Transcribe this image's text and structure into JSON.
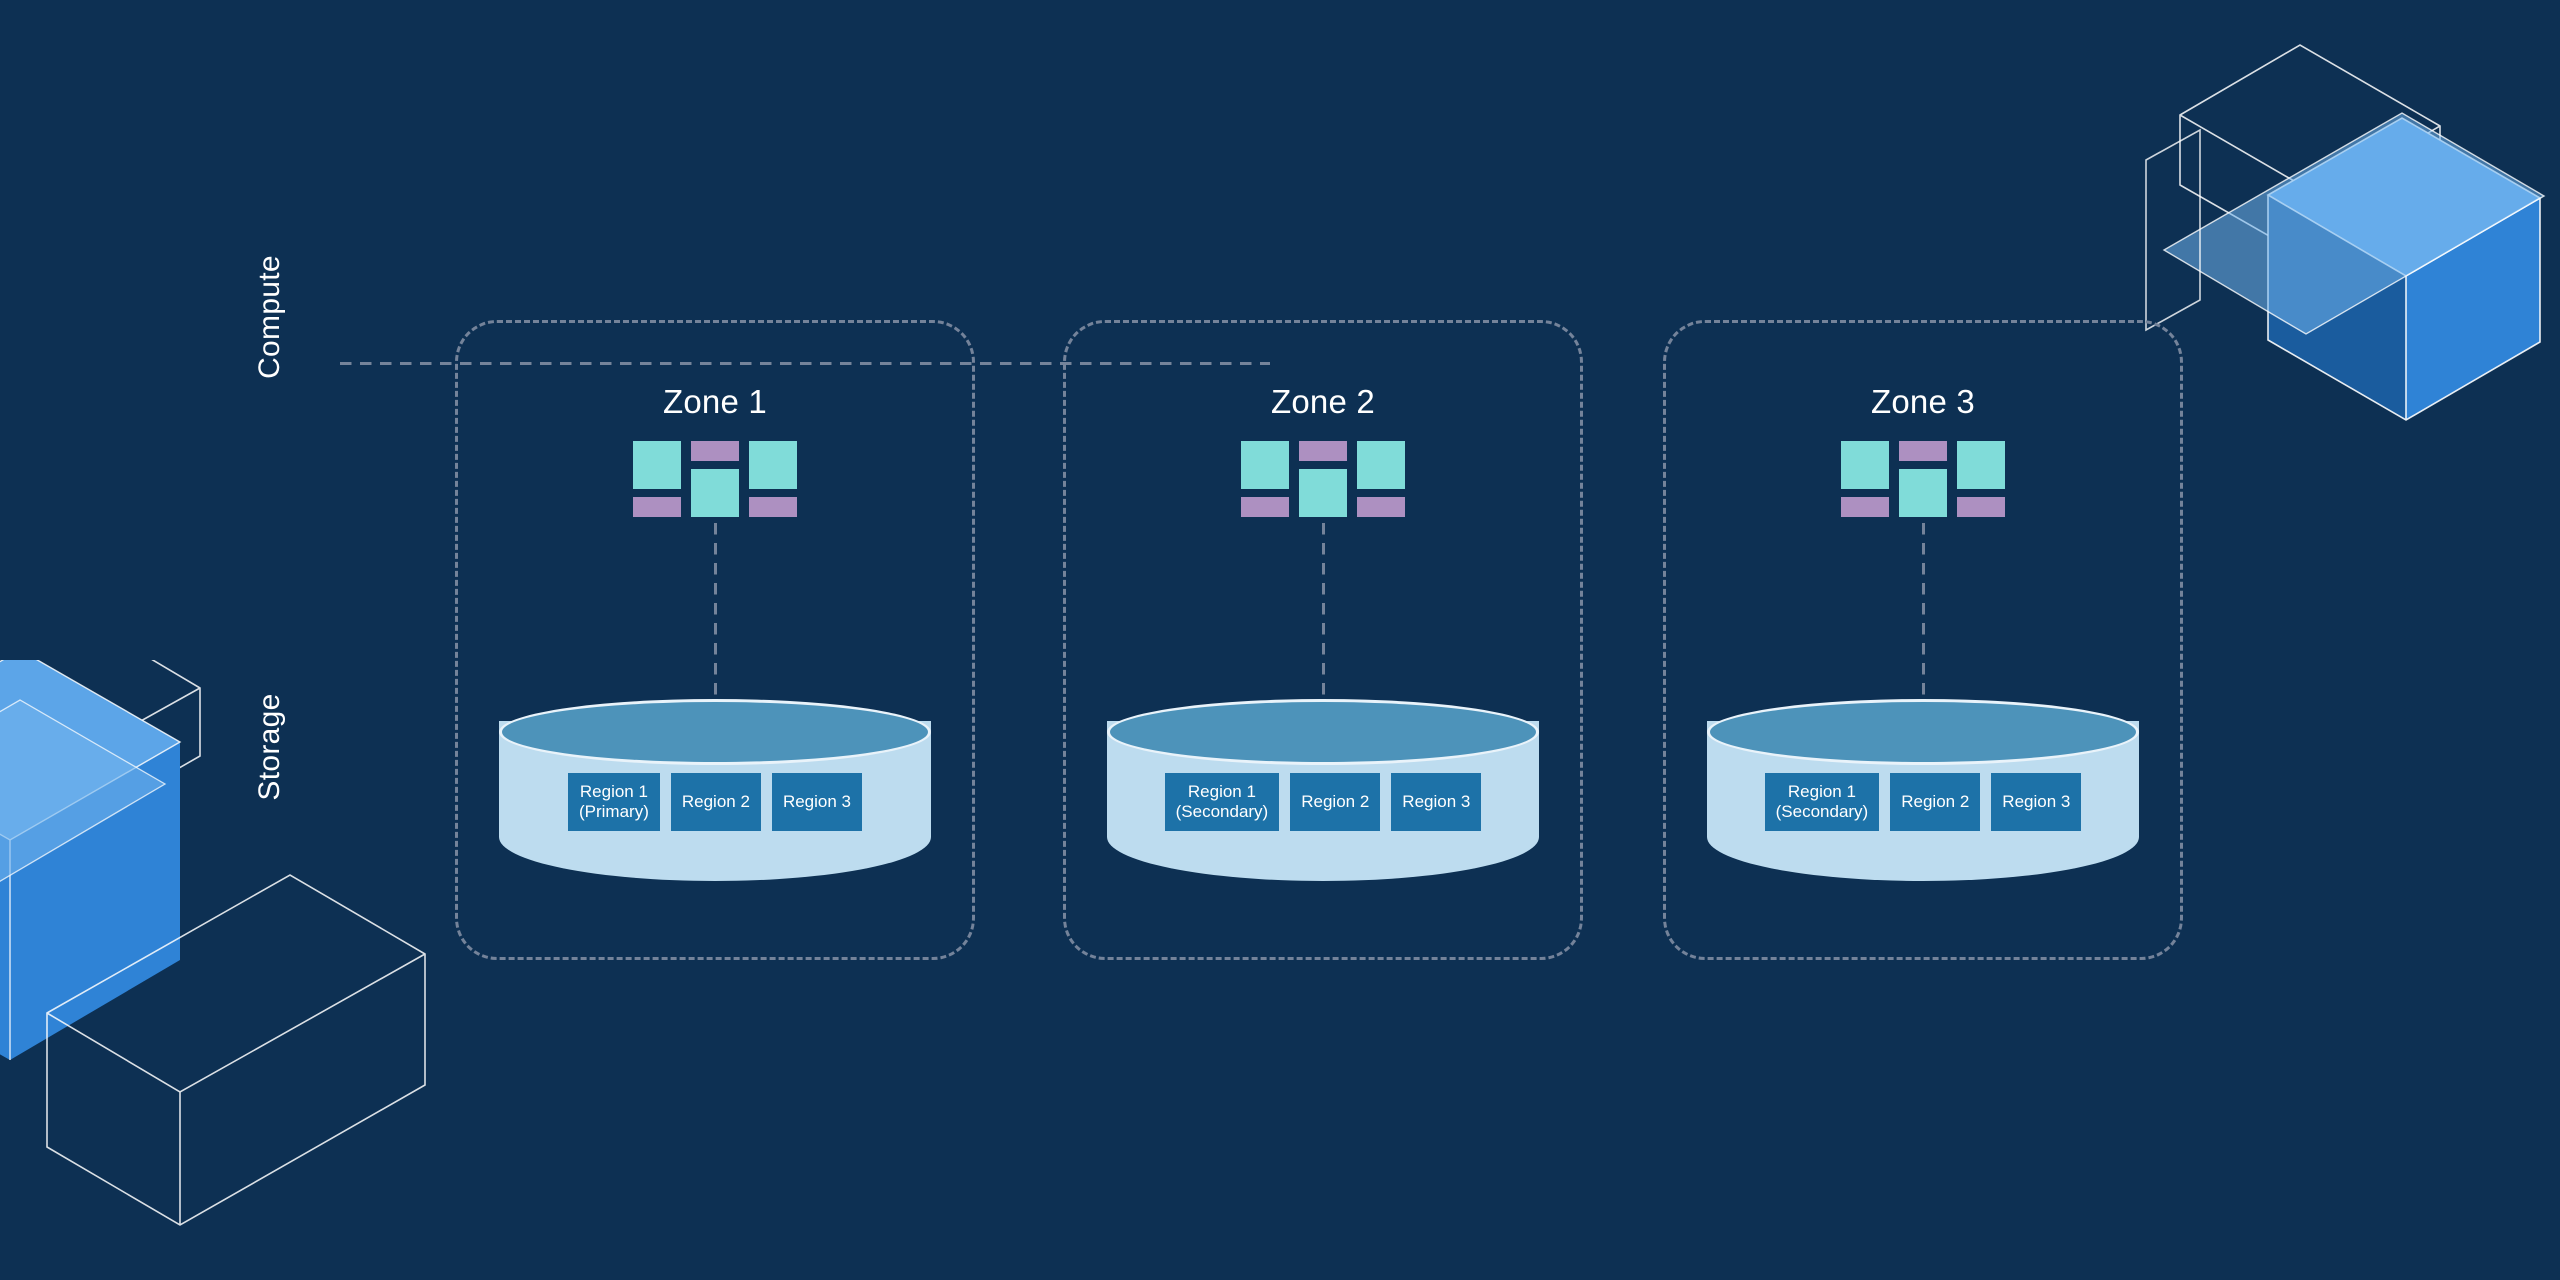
{
  "background_color": "#0d3053",
  "palette": {
    "zone_border": "#74839a",
    "compute_teal": "#80dcd9",
    "compute_purple": "#ad90c1",
    "cylinder_top": "#4d93ba",
    "cylinder_body": "#bddcef",
    "region_box": "#1d72a8",
    "text_white": "#ffffff",
    "deco_blue_light": "#5ca5e8",
    "deco_blue_mid": "#2f83d6",
    "deco_blue_dark": "#1a5c9e",
    "deco_outline": "#ffffff"
  },
  "row_labels": {
    "compute": "Compute",
    "storage": "Storage"
  },
  "zones": [
    {
      "title": "Zone 1",
      "compute": {
        "icon_name": "compute-nodes-icon",
        "cells": [
          {
            "column": "left",
            "position": "top",
            "shape": "square",
            "color": "#80dcd9"
          },
          {
            "column": "left",
            "position": "bottom",
            "shape": "bar",
            "color": "#ad90c1"
          },
          {
            "column": "middle",
            "position": "top",
            "shape": "bar",
            "color": "#ad90c1"
          },
          {
            "column": "middle",
            "position": "bottom",
            "shape": "square",
            "color": "#80dcd9"
          },
          {
            "column": "right",
            "position": "top",
            "shape": "square",
            "color": "#80dcd9"
          },
          {
            "column": "right",
            "position": "bottom",
            "shape": "bar",
            "color": "#ad90c1"
          }
        ]
      },
      "storage": {
        "icon_name": "database-cylinder-icon",
        "regions": [
          {
            "name": "Region 1",
            "role": "(Primary)"
          },
          {
            "name": "Region 2",
            "role": ""
          },
          {
            "name": "Region 3",
            "role": ""
          }
        ]
      }
    },
    {
      "title": "Zone 2",
      "compute": {
        "icon_name": "compute-nodes-icon",
        "cells": [
          {
            "column": "left",
            "position": "top",
            "shape": "square",
            "color": "#80dcd9"
          },
          {
            "column": "left",
            "position": "bottom",
            "shape": "bar",
            "color": "#ad90c1"
          },
          {
            "column": "middle",
            "position": "top",
            "shape": "bar",
            "color": "#ad90c1"
          },
          {
            "column": "middle",
            "position": "bottom",
            "shape": "square",
            "color": "#80dcd9"
          },
          {
            "column": "right",
            "position": "top",
            "shape": "square",
            "color": "#80dcd9"
          },
          {
            "column": "right",
            "position": "bottom",
            "shape": "bar",
            "color": "#ad90c1"
          }
        ]
      },
      "storage": {
        "icon_name": "database-cylinder-icon",
        "regions": [
          {
            "name": "Region 1",
            "role": "(Secondary)"
          },
          {
            "name": "Region 2",
            "role": ""
          },
          {
            "name": "Region 3",
            "role": ""
          }
        ]
      }
    },
    {
      "title": "Zone 3",
      "compute": {
        "icon_name": "compute-nodes-icon",
        "cells": [
          {
            "column": "left",
            "position": "top",
            "shape": "square",
            "color": "#80dcd9"
          },
          {
            "column": "left",
            "position": "bottom",
            "shape": "bar",
            "color": "#ad90c1"
          },
          {
            "column": "middle",
            "position": "top",
            "shape": "bar",
            "color": "#ad90c1"
          },
          {
            "column": "middle",
            "position": "bottom",
            "shape": "square",
            "color": "#80dcd9"
          },
          {
            "column": "right",
            "position": "top",
            "shape": "square",
            "color": "#80dcd9"
          },
          {
            "column": "right",
            "position": "bottom",
            "shape": "bar",
            "color": "#ad90c1"
          }
        ]
      },
      "storage": {
        "icon_name": "database-cylinder-icon",
        "regions": [
          {
            "name": "Region 1",
            "role": "(Secondary)"
          },
          {
            "name": "Region 2",
            "role": ""
          },
          {
            "name": "Region 3",
            "role": ""
          }
        ]
      }
    }
  ],
  "decorations": {
    "top_right": "isometric-cube-cluster",
    "bottom_left": "isometric-cube-cluster"
  }
}
